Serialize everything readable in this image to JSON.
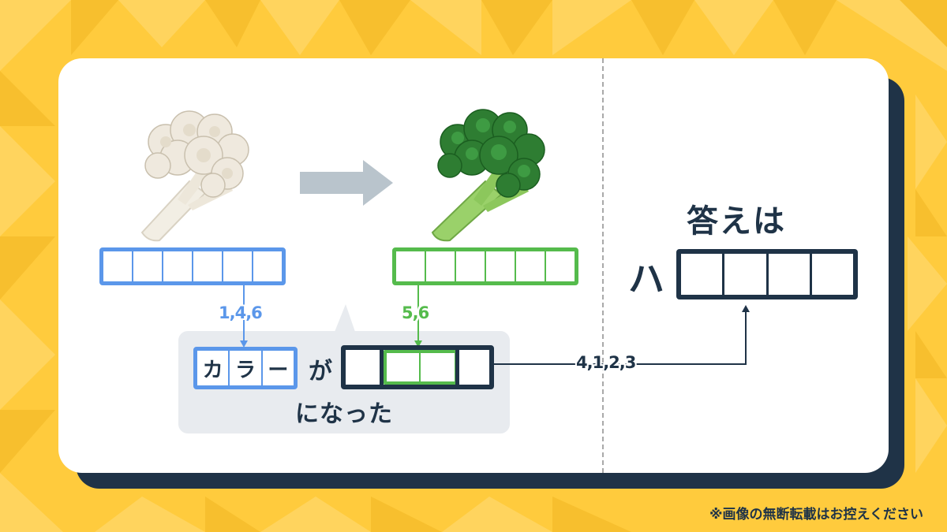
{
  "quiz": {
    "blue_numbers": "1,4,6",
    "green_numbers": "5,6",
    "answer_numbers": "4,1,2,3",
    "color_chars": [
      "カ",
      "ラ",
      "ー"
    ],
    "ga": "が",
    "natta": "になった",
    "answer_title": "答えは",
    "answer_prefix": "ハ"
  },
  "notice": "※画像の無断転載はお控えください",
  "colors": {
    "background": "#FFCB3D",
    "card": "#FFFFFF",
    "dark": "#1F3347",
    "blue": "#5B97EA",
    "green": "#55BB4C",
    "bubble": "#E8EBEF",
    "arrow_gray": "#B9C4CC"
  },
  "icons": [
    "cauliflower-icon",
    "broccoli-icon",
    "right-arrow-icon"
  ]
}
